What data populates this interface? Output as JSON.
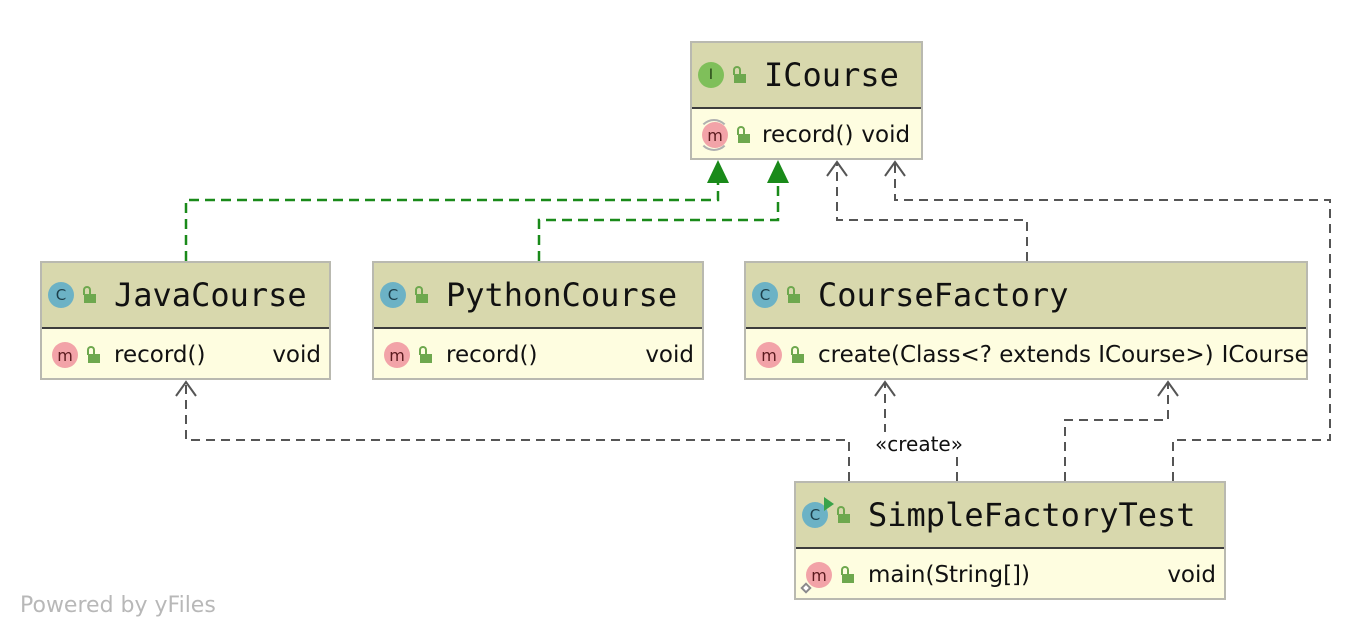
{
  "nodes": {
    "icourse": {
      "title": "ICourse",
      "kind": "I",
      "method": {
        "name": "record()",
        "ret": "void"
      }
    },
    "javacourse": {
      "title": "JavaCourse",
      "kind": "C",
      "method": {
        "name": "record()",
        "ret": "void"
      }
    },
    "pythoncourse": {
      "title": "PythonCourse",
      "kind": "C",
      "method": {
        "name": "record()",
        "ret": "void"
      }
    },
    "coursefactory": {
      "title": "CourseFactory",
      "kind": "C",
      "method": {
        "name": "create(Class<? extends ICourse>)",
        "ret": "ICourse"
      }
    },
    "simplefactorytest": {
      "title": "SimpleFactoryTest",
      "kind": "C",
      "method": {
        "name": "main(String[])",
        "ret": "void"
      }
    }
  },
  "method_badge": "m",
  "edges": {
    "create_label": "«create»"
  },
  "colors": {
    "realization": "#1a8a1a",
    "dependency": "#555555",
    "header": "#d8d8ad",
    "body": "#fefde0"
  },
  "watermark": "Powered by yFiles"
}
